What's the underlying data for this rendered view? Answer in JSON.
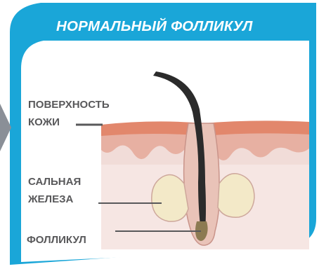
{
  "title": "НОРМАЛЬНЫЙ ФОЛЛИКУЛ",
  "labels": {
    "surface_line1": "ПОВЕРХНОСТЬ",
    "surface_line2": "КОЖИ",
    "gland_line1": "САЛЬНАЯ",
    "gland_line2": "ЖЕЛЕЗА",
    "follicle": "ФОЛЛИКУЛ"
  },
  "colors": {
    "accent": "#1aa6d8",
    "skin_surface": "#e2876c",
    "dermis": "#f1dcd8",
    "gland_fill": "#f3e9c8",
    "hair": "#2b2b2b",
    "label_text": "#58585a",
    "arrow": "#8a8f97"
  }
}
